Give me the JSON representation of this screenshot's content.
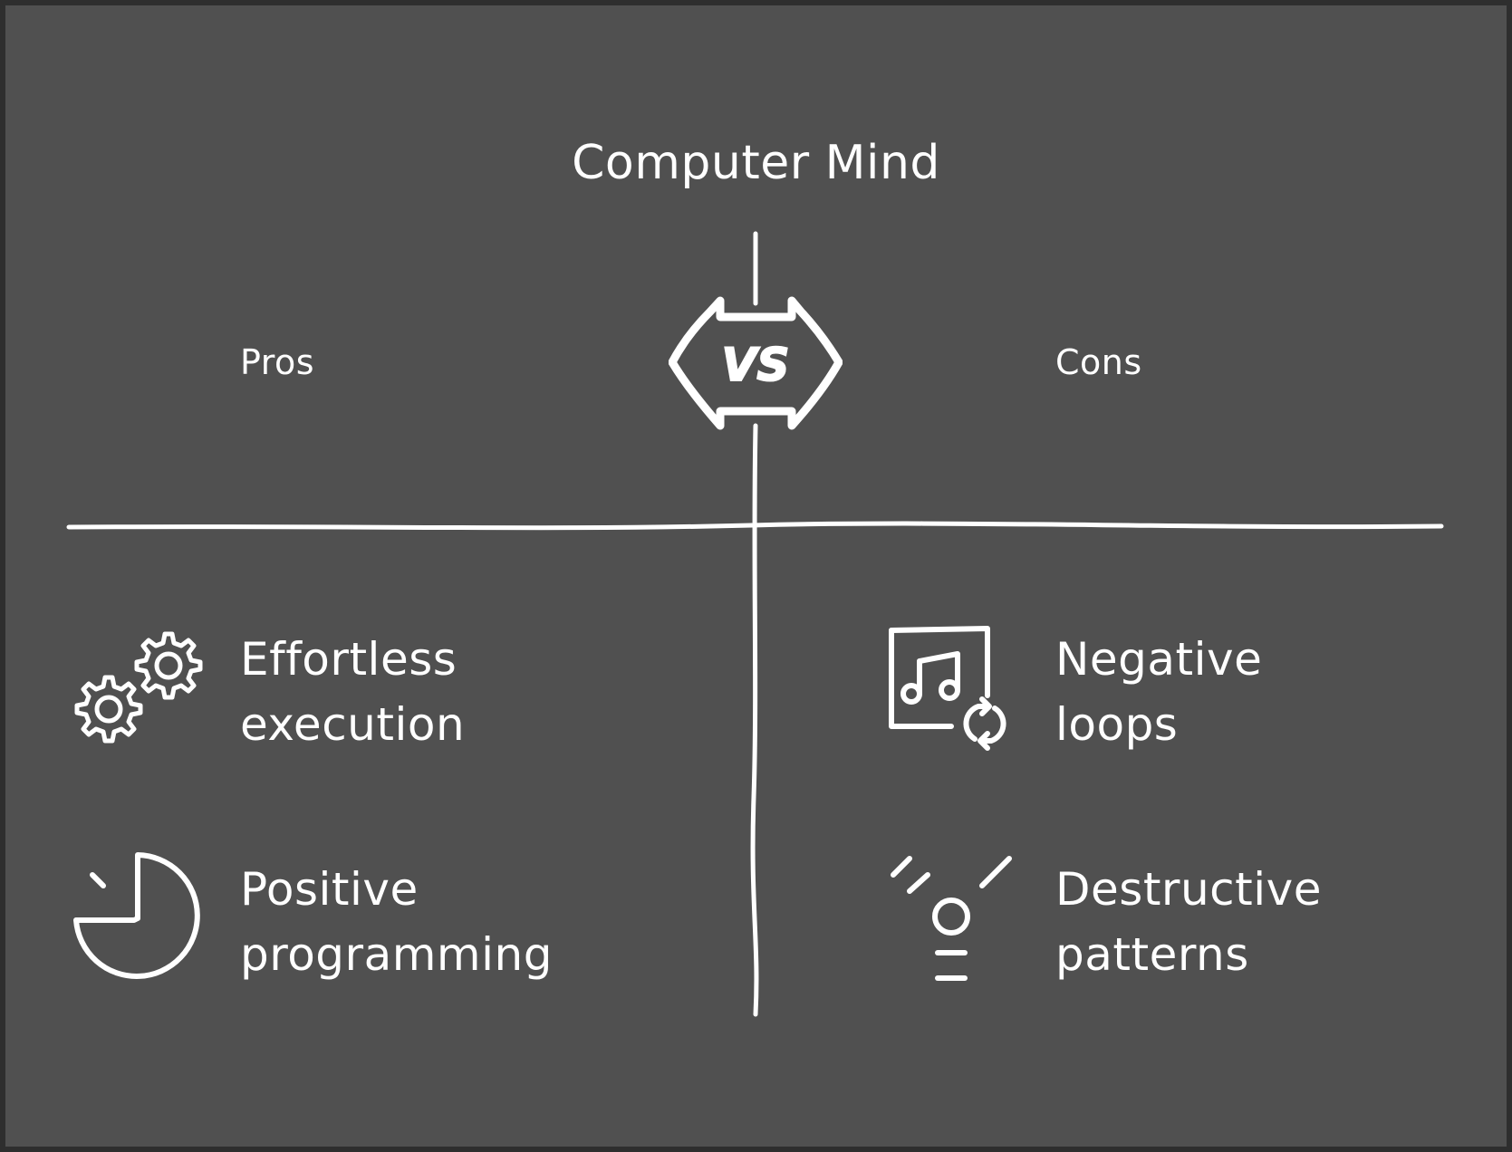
{
  "title": "Computer Mind",
  "vs_label": "VS",
  "pros": {
    "label": "Pros",
    "items": [
      {
        "line1": "Effortless",
        "line2": "execution",
        "icon": "gears-icon"
      },
      {
        "line1": "Positive",
        "line2": "programming",
        "icon": "pie-chart-icon"
      }
    ]
  },
  "cons": {
    "label": "Cons",
    "items": [
      {
        "line1": "Negative",
        "line2": "loops",
        "icon": "music-repeat-icon"
      },
      {
        "line1": "Destructive",
        "line2": "patterns",
        "icon": "lightbulb-icon"
      }
    ]
  },
  "colors": {
    "background": "#505050",
    "outer": "#2e2e2e",
    "stroke": "#ffffff"
  }
}
